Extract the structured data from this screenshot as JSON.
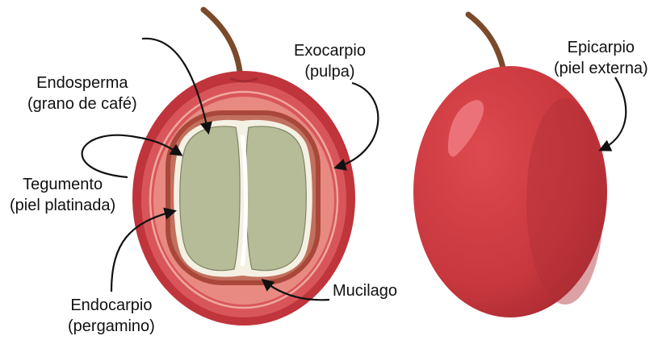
{
  "labels": {
    "endosperma": {
      "name": "Endosperma",
      "detail": "(grano de café)"
    },
    "exocarpio": {
      "name": "Exocarpio",
      "detail": "(pulpa)"
    },
    "epicarpio": {
      "name": "Epicarpio",
      "detail": "(piel externa)"
    },
    "tegumento": {
      "name": "Tegumento",
      "detail": "(piel platinada)"
    },
    "endocarpio": {
      "name": "Endocarpio",
      "detail": "(pergamino)"
    },
    "mucilago": {
      "name": "Mucilago"
    }
  },
  "colors": {
    "skin": "#c0343c",
    "pulp": "#e06b6b",
    "pulp_inner": "#e88a82",
    "mucilage_band": "#b04a3a",
    "parchment": "#f4f0e4",
    "bean": "#b7bc98",
    "stem": "#7a4a2a",
    "arrow": "#111111"
  }
}
